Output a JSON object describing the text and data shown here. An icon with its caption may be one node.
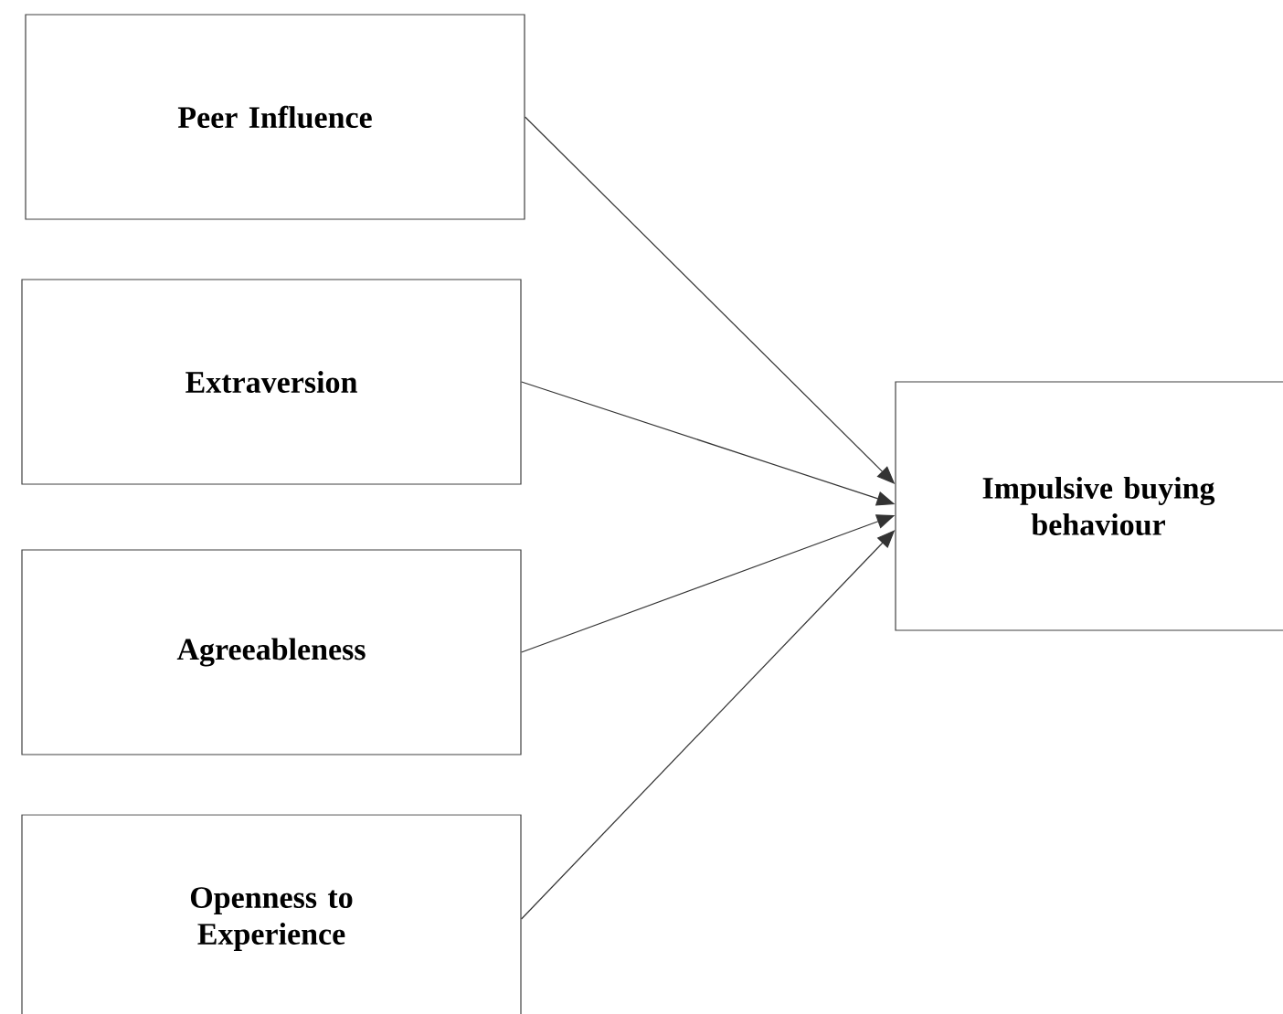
{
  "diagram": {
    "nodes": [
      {
        "text": [
          "Peer Influence"
        ]
      },
      {
        "text": [
          "Extraversion"
        ]
      },
      {
        "text": [
          "Agreeableness"
        ]
      },
      {
        "text": [
          "Openness to Experience"
        ]
      },
      {
        "text": [
          "Impulsive buying behaviour"
        ]
      }
    ],
    "edges": [
      {
        "from": 0,
        "to": 4,
        "arrow": "to"
      },
      {
        "from": 1,
        "to": 4,
        "arrow": "to"
      },
      {
        "from": 2,
        "to": 4,
        "arrow": "to"
      },
      {
        "from": 3,
        "to": 4,
        "arrow": "to"
      }
    ]
  }
}
